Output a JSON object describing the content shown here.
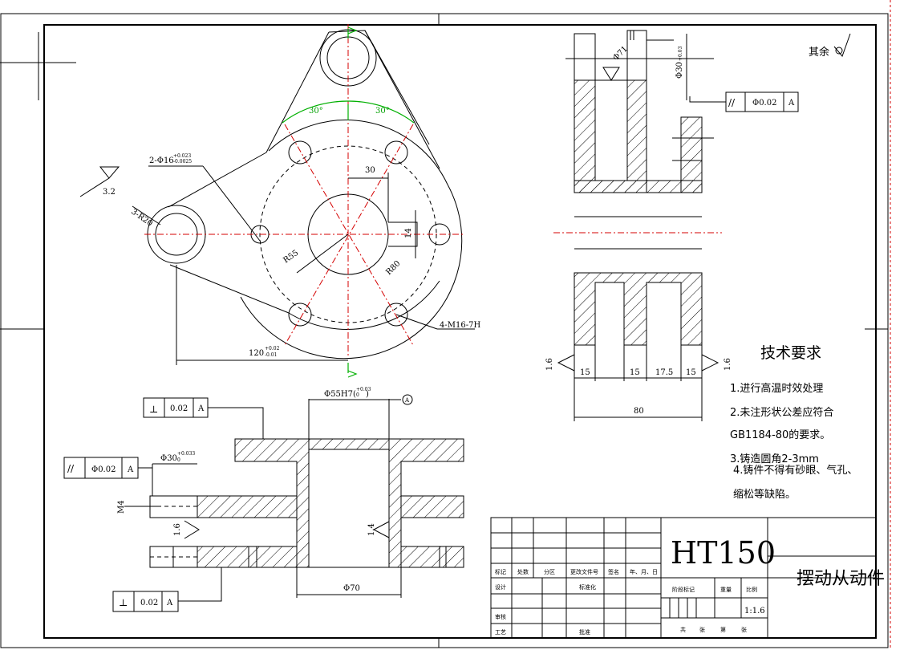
{
  "roughness_other": "其余",
  "roughness": {
    "r32": "3.2",
    "r16_a": "1.6",
    "r16_b": "1.6",
    "r16_c": "1.6",
    "r16_d": "1.4"
  },
  "top_view": {
    "angle_left": "30°",
    "angle_right": "30°",
    "hole_2": "2-Φ16",
    "hole_2_tol_up": "+0.023",
    "hole_2_tol_dn": "-0.0025",
    "r20": "3-R20",
    "r55": "R55",
    "r80": "R80",
    "dim_30": "30",
    "dim_14": "14",
    "dim_120": "120",
    "dim_120_up": "+0.02",
    "dim_120_dn": "-0.01",
    "thread": "4-M16-7H"
  },
  "side_view": {
    "small_label": "Φ71",
    "dim_phi_a": "Φ30",
    "dim_phi_a_tol": "+0.03",
    "dim_15a": "15",
    "dim_15b": "15",
    "dim_175": "17.5",
    "dim_15c": "15",
    "dim_80": "80"
  },
  "section_view": {
    "bore": "Φ55H7(",
    "bore_tol_up": "+0.03",
    "bore_tol_dn": "0",
    "bore_close": ")",
    "datum": "A",
    "phi30": "Φ30",
    "phi30_tol_up": "+0.033",
    "phi30_tol_dn": "0",
    "dim_m": "M4",
    "phi70": "Φ70"
  },
  "fcf": {
    "top_sym": "⊥",
    "top_val": "0.02",
    "top_ref": "A",
    "left_sym": "//",
    "left_val": "Φ0.02",
    "left_ref": "A",
    "bottom_sym": "⊥",
    "bottom_val": "0.02",
    "bottom_ref": "A",
    "right_sym": "//",
    "right_val": "Φ0.02",
    "right_ref": "A"
  },
  "requirements": {
    "title": "技术要求",
    "item1": "1.进行高温时效处理",
    "item2": "2.未注形状公差应符合",
    "item2b": "GB1184-80的要求。",
    "item3": "3.铸造圆角2-3mm",
    "item4": "4.铸件不得有砂眼、气孔、",
    "item4b": "缩松等缺陷。"
  },
  "title_block": {
    "material": "HT150",
    "part_name": "摆动从动件",
    "scale": "1:1.6",
    "row_labels": [
      "标记",
      "处数",
      "分区",
      "更改文件号",
      "签名",
      "年、月、日"
    ],
    "design": "设计",
    "standard": "标准化",
    "review": "审核",
    "process": "工艺",
    "approve": "批准",
    "stage_mark": "阶段标记",
    "weight": "重量",
    "ratio": "比例",
    "sheet_total": "共",
    "sheet_label": "张",
    "sheet_no": "第",
    "sheet_label2": "张"
  }
}
